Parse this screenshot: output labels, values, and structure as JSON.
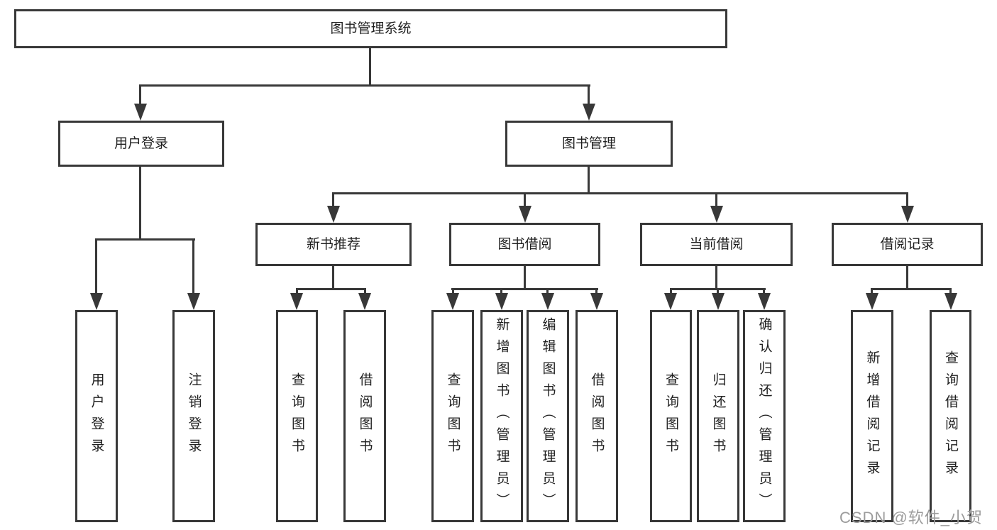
{
  "diagram": {
    "root": {
      "label": "图书管理系统"
    },
    "level1": [
      {
        "id": "user-login",
        "label": "用户登录"
      },
      {
        "id": "book-management",
        "label": "图书管理"
      }
    ],
    "level2": [
      {
        "id": "new-book-recommendation",
        "label": "新书推荐"
      },
      {
        "id": "book-borrowing",
        "label": "图书借阅"
      },
      {
        "id": "current-borrowing",
        "label": "当前借阅"
      },
      {
        "id": "borrowing-records",
        "label": "借阅记录"
      }
    ],
    "leaves": [
      {
        "parent": "user-login",
        "label": "用户登录"
      },
      {
        "parent": "user-login",
        "label": "注销登录"
      },
      {
        "parent": "new-book-recommendation",
        "label": "查询图书"
      },
      {
        "parent": "new-book-recommendation",
        "label": "借阅图书"
      },
      {
        "parent": "book-borrowing",
        "label": "查询图书"
      },
      {
        "parent": "book-borrowing",
        "label": "新增图书（管理员）"
      },
      {
        "parent": "book-borrowing",
        "label": "编辑图书（管理员）"
      },
      {
        "parent": "book-borrowing",
        "label": "借阅图书"
      },
      {
        "parent": "current-borrowing",
        "label": "查询图书"
      },
      {
        "parent": "current-borrowing",
        "label": "归还图书"
      },
      {
        "parent": "current-borrowing",
        "label": "确认归还（管理员）"
      },
      {
        "parent": "borrowing-records",
        "label": "新增借阅记录"
      },
      {
        "parent": "borrowing-records",
        "label": "查询借阅记录"
      }
    ]
  },
  "watermark": {
    "text": "CSDN @软件_小贺同学"
  },
  "colors": {
    "line": "#383838",
    "text": "#1f1f1f",
    "watermark": "#9c9c9c",
    "background": "#ffffff"
  }
}
